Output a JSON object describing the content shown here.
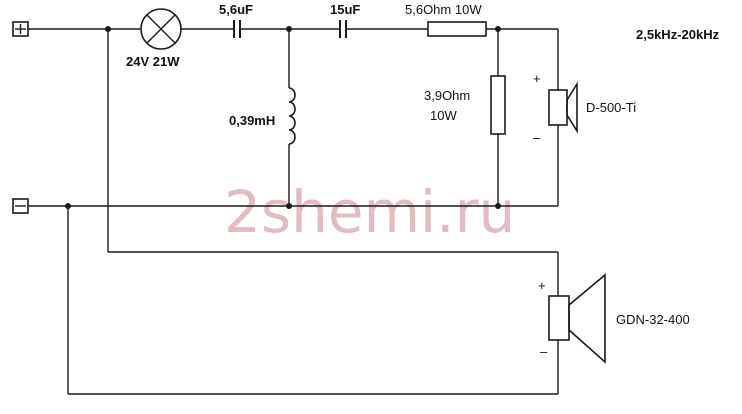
{
  "labels": {
    "lamp": "24V 21W",
    "cap1": "5,6uF",
    "cap2": "15uF",
    "res_series": "5,6Ohm 10W",
    "inductor": "0,39mH",
    "res_shunt_line1": "3,9Ohm",
    "res_shunt_line2": "10W",
    "tweeter": "D-500-Ti",
    "woofer": "GDN-32-400",
    "range": "2,5kHz-20kHz",
    "plus": "+",
    "minus": "–"
  },
  "watermark": "2shemi.ru",
  "colors": {
    "line": "#1a1a1a",
    "watermark": "#d8a6a8"
  }
}
